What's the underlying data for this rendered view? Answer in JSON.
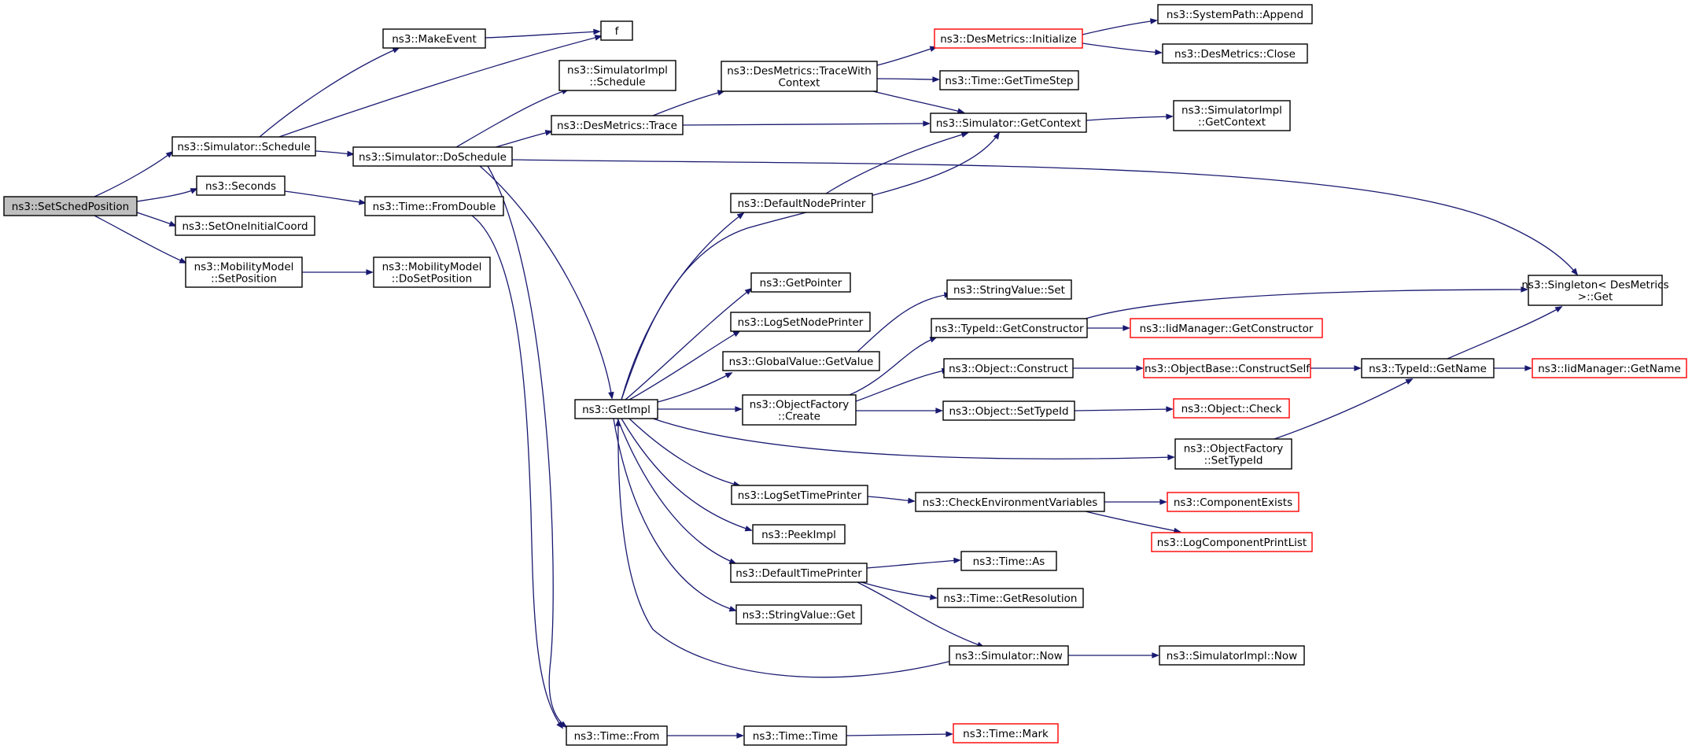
{
  "graph": {
    "colors": {
      "edge": "#191970",
      "box": "#000000",
      "red_box": "#ff0000",
      "root_fill": "#bfbfbf"
    },
    "nodes": [
      {
        "id": "root",
        "lines": [
          "ns3::SetSchedPosition"
        ],
        "style": "root"
      },
      {
        "id": "schedule",
        "lines": [
          "ns3::Simulator::Schedule"
        ]
      },
      {
        "id": "seconds",
        "lines": [
          "ns3::Seconds"
        ]
      },
      {
        "id": "setoneinit",
        "lines": [
          "ns3::SetOneInitialCoord"
        ]
      },
      {
        "id": "mobsetpos",
        "lines": [
          "ns3::MobilityModel",
          "::SetPosition"
        ]
      },
      {
        "id": "makeevent",
        "lines": [
          "ns3::MakeEvent"
        ]
      },
      {
        "id": "f",
        "lines": [
          "f"
        ]
      },
      {
        "id": "doschedule",
        "lines": [
          "ns3::Simulator::DoSchedule"
        ]
      },
      {
        "id": "fromdouble",
        "lines": [
          "ns3::Time::FromDouble"
        ]
      },
      {
        "id": "mobdosetpos",
        "lines": [
          "ns3::MobilityModel",
          "::DoSetPosition"
        ]
      },
      {
        "id": "simimplsched",
        "lines": [
          "ns3::SimulatorImpl",
          "::Schedule"
        ]
      },
      {
        "id": "desmtrace",
        "lines": [
          "ns3::DesMetrics::Trace"
        ]
      },
      {
        "id": "getimpl",
        "lines": [
          "ns3::GetImpl"
        ]
      },
      {
        "id": "timefrom",
        "lines": [
          "ns3::Time::From"
        ]
      },
      {
        "id": "tracewithctx",
        "lines": [
          "ns3::DesMetrics::TraceWith",
          "Context"
        ]
      },
      {
        "id": "defnodeprinter",
        "lines": [
          "ns3::DefaultNodePrinter"
        ]
      },
      {
        "id": "getpointer",
        "lines": [
          "ns3::GetPointer"
        ]
      },
      {
        "id": "logsetnode",
        "lines": [
          "ns3::LogSetNodePrinter"
        ]
      },
      {
        "id": "globalgetvalue",
        "lines": [
          "ns3::GlobalValue::GetValue"
        ]
      },
      {
        "id": "objfactcreate",
        "lines": [
          "ns3::ObjectFactory",
          "::Create"
        ]
      },
      {
        "id": "logsettime",
        "lines": [
          "ns3::LogSetTimePrinter"
        ]
      },
      {
        "id": "peekimpl",
        "lines": [
          "ns3::PeekImpl"
        ]
      },
      {
        "id": "deftimeprinter",
        "lines": [
          "ns3::DefaultTimePrinter"
        ]
      },
      {
        "id": "stringget",
        "lines": [
          "ns3::StringValue::Get"
        ]
      },
      {
        "id": "timetime",
        "lines": [
          "ns3::Time::Time"
        ]
      },
      {
        "id": "desminit",
        "lines": [
          "ns3::DesMetrics::Initialize"
        ],
        "style": "red"
      },
      {
        "id": "timegetstep",
        "lines": [
          "ns3::Time::GetTimeStep"
        ]
      },
      {
        "id": "simgetctx",
        "lines": [
          "ns3::Simulator::GetContext"
        ]
      },
      {
        "id": "stringset",
        "lines": [
          "ns3::StringValue::Set"
        ]
      },
      {
        "id": "typeidgetctor",
        "lines": [
          "ns3::TypeId::GetConstructor"
        ]
      },
      {
        "id": "objconstruct",
        "lines": [
          "ns3::Object::Construct"
        ]
      },
      {
        "id": "objsettypeid",
        "lines": [
          "ns3::Object::SetTypeId"
        ]
      },
      {
        "id": "objfactsettid",
        "lines": [
          "ns3::ObjectFactory",
          "::SetTypeId"
        ]
      },
      {
        "id": "checkenv",
        "lines": [
          "ns3::CheckEnvironmentVariables"
        ]
      },
      {
        "id": "timeas",
        "lines": [
          "ns3::Time::As"
        ]
      },
      {
        "id": "timegetres",
        "lines": [
          "ns3::Time::GetResolution"
        ]
      },
      {
        "id": "simnow",
        "lines": [
          "ns3::Simulator::Now"
        ]
      },
      {
        "id": "timemark",
        "lines": [
          "ns3::Time::Mark"
        ],
        "style": "red"
      },
      {
        "id": "syspathappend",
        "lines": [
          "ns3::SystemPath::Append"
        ]
      },
      {
        "id": "desmclose",
        "lines": [
          "ns3::DesMetrics::Close"
        ]
      },
      {
        "id": "simimplgetctx",
        "lines": [
          "ns3::SimulatorImpl",
          "::GetContext"
        ]
      },
      {
        "id": "iidmgetctor",
        "lines": [
          "ns3::IidManager::GetConstructor"
        ],
        "style": "red"
      },
      {
        "id": "objbasector",
        "lines": [
          "ns3::ObjectBase::ConstructSelf"
        ],
        "style": "red"
      },
      {
        "id": "objcheck",
        "lines": [
          "ns3::Object::Check"
        ],
        "style": "red"
      },
      {
        "id": "compexists",
        "lines": [
          "ns3::ComponentExists"
        ],
        "style": "red"
      },
      {
        "id": "logcompprint",
        "lines": [
          "ns3::LogComponentPrintList"
        ],
        "style": "red"
      },
      {
        "id": "simimplnow",
        "lines": [
          "ns3::SimulatorImpl::Now"
        ]
      },
      {
        "id": "typeidgetname",
        "lines": [
          "ns3::TypeId::GetName"
        ]
      },
      {
        "id": "singletonget",
        "lines": [
          "ns3::Singleton< DesMetrics",
          ">::Get"
        ]
      },
      {
        "id": "iidmgetname",
        "lines": [
          "ns3::IidManager::GetName"
        ],
        "style": "red"
      }
    ]
  }
}
